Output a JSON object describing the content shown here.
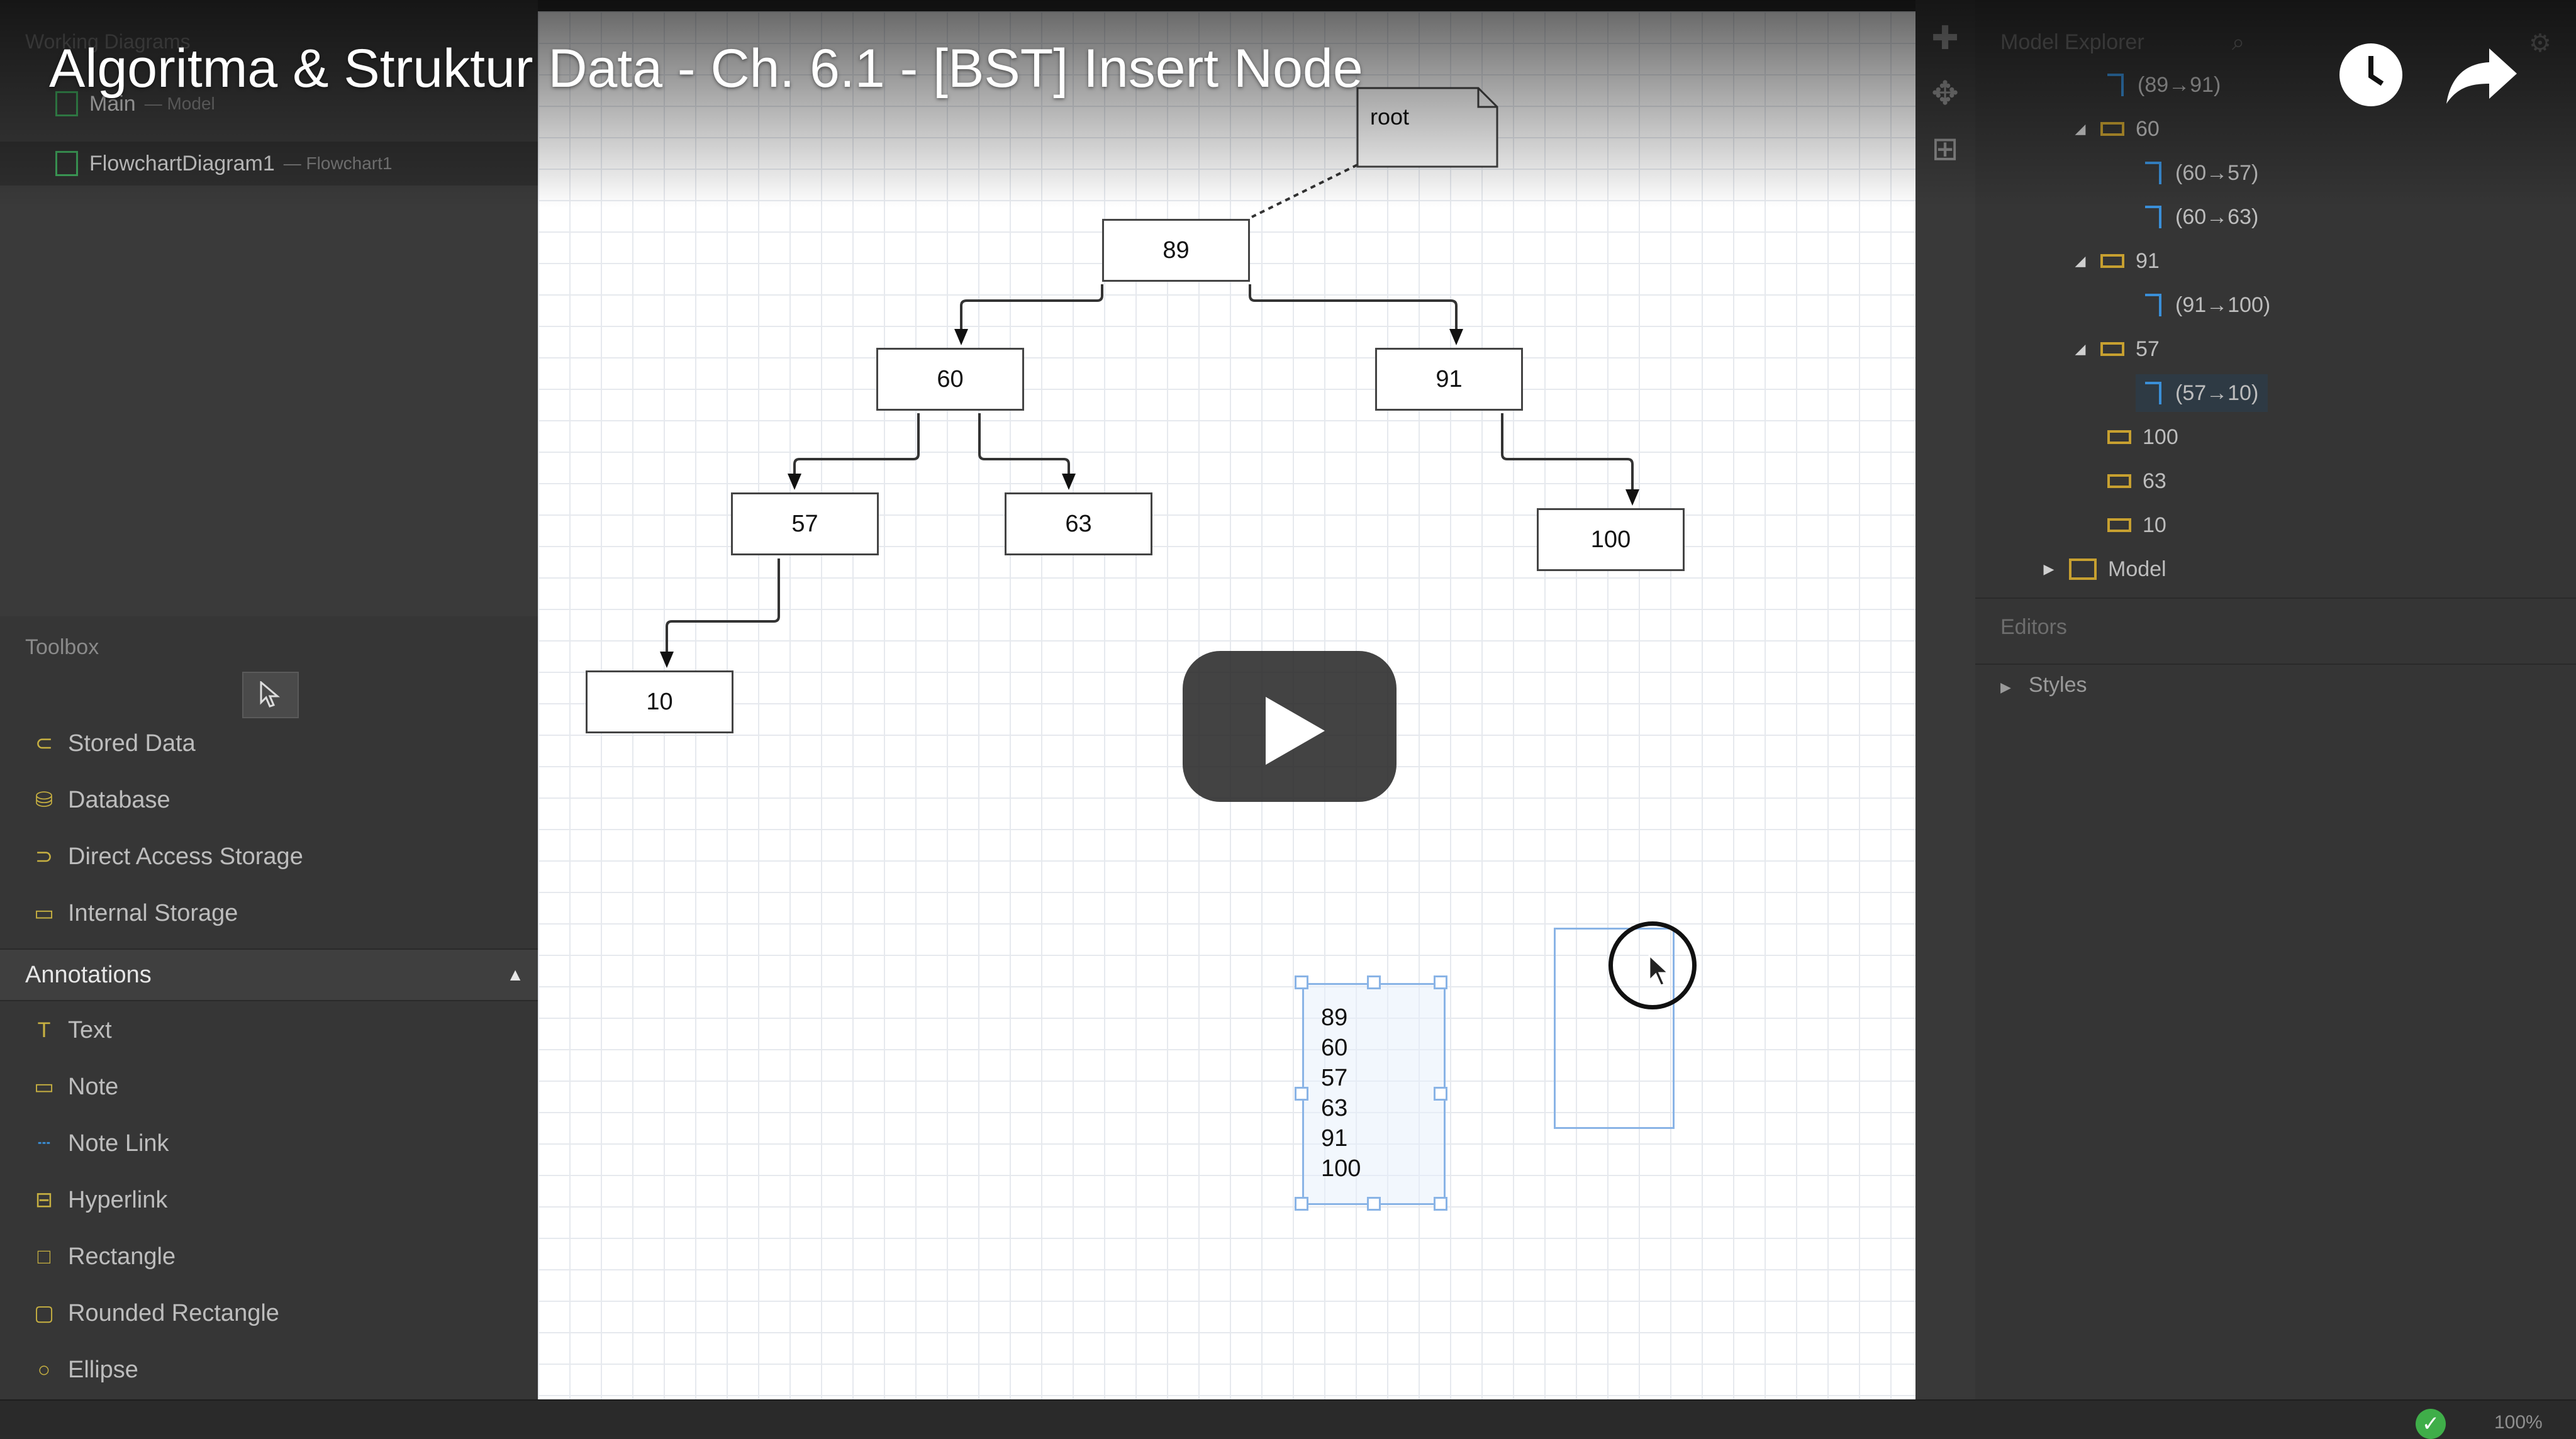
{
  "video": {
    "title": "Algoritma & Struktur Data - Ch. 6.1 - [BST] Insert Node"
  },
  "working_diagrams": {
    "header": "Working Diagrams",
    "items": [
      {
        "name": "Main",
        "sub": "— Model"
      },
      {
        "name": "FlowchartDiagram1",
        "sub": "— Flowchart1"
      }
    ]
  },
  "toolbox": {
    "title": "Toolbox",
    "items": [
      {
        "label": "Stored Data",
        "icon": "stored-data-icon"
      },
      {
        "label": "Database",
        "icon": "database-icon"
      },
      {
        "label": "Direct Access Storage",
        "icon": "direct-access-storage-icon"
      },
      {
        "label": "Internal Storage",
        "icon": "internal-storage-icon"
      }
    ],
    "annotations_header": "Annotations",
    "annotations": [
      {
        "label": "Text",
        "icon": "text-icon"
      },
      {
        "label": "Note",
        "icon": "note-icon"
      },
      {
        "label": "Note Link",
        "icon": "note-link-icon"
      },
      {
        "label": "Hyperlink",
        "icon": "hyperlink-icon"
      },
      {
        "label": "Rectangle",
        "icon": "rectangle-icon"
      },
      {
        "label": "Rounded Rectangle",
        "icon": "rounded-rectangle-icon"
      },
      {
        "label": "Ellipse",
        "icon": "ellipse-icon"
      }
    ]
  },
  "model_explorer": {
    "title": "Model Explorer",
    "rows": [
      {
        "label": "(89→91)",
        "kind": "link"
      },
      {
        "label": "60",
        "kind": "node"
      },
      {
        "label": "(60→57)",
        "kind": "link"
      },
      {
        "label": "(60→63)",
        "kind": "link"
      },
      {
        "label": "91",
        "kind": "node"
      },
      {
        "label": "(91→100)",
        "kind": "link"
      },
      {
        "label": "57",
        "kind": "node"
      },
      {
        "label": "(57→10)",
        "kind": "link"
      },
      {
        "label": "100",
        "kind": "node"
      },
      {
        "label": "63",
        "kind": "node"
      },
      {
        "label": "10",
        "kind": "node"
      },
      {
        "label": "Model",
        "kind": "folder"
      }
    ]
  },
  "editors": {
    "title": "Editors",
    "styles_label": "Styles"
  },
  "diagram": {
    "root_note": "root",
    "nodes": {
      "n89": "89",
      "n60": "60",
      "n91": "91",
      "n57": "57",
      "n63": "63",
      "n100": "100",
      "n10": "10"
    },
    "list_note": [
      "89",
      "60",
      "57",
      "63",
      "91",
      "100"
    ]
  },
  "status": {
    "zoom": "100%"
  },
  "colors": {
    "canvas_bg": "#ffffff",
    "selection": "#8ab4e6",
    "panel": "#353535",
    "icon_accent": "#c7a030",
    "link_accent": "#3a8fd8"
  }
}
